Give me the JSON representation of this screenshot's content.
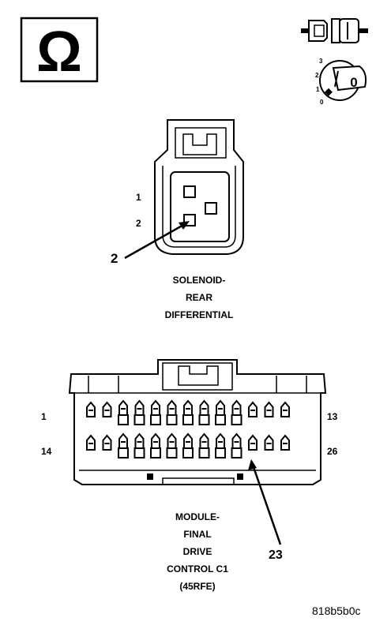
{
  "ohm_symbol": "Ω",
  "key_icon_name": "ignition-key-icon",
  "plug_icon_name": "disconnect-connector-icon",
  "ignition": {
    "positions": [
      "3",
      "2",
      "1",
      "0"
    ],
    "key_label": "0"
  },
  "solenoid": {
    "pin_labels": [
      "1",
      "2"
    ],
    "callout": "2",
    "caption_lines": [
      "SOLENOID-",
      "REAR",
      "DIFFERENTIAL"
    ]
  },
  "module": {
    "pin_labels": {
      "top_left": "1",
      "top_right": "13",
      "bottom_left": "14",
      "bottom_right": "26"
    },
    "callout": "23",
    "caption_lines": [
      "MODULE-",
      "FINAL",
      "DRIVE",
      "CONTROL C1",
      "(45RFE)"
    ]
  },
  "image_id": "818b5b0c"
}
